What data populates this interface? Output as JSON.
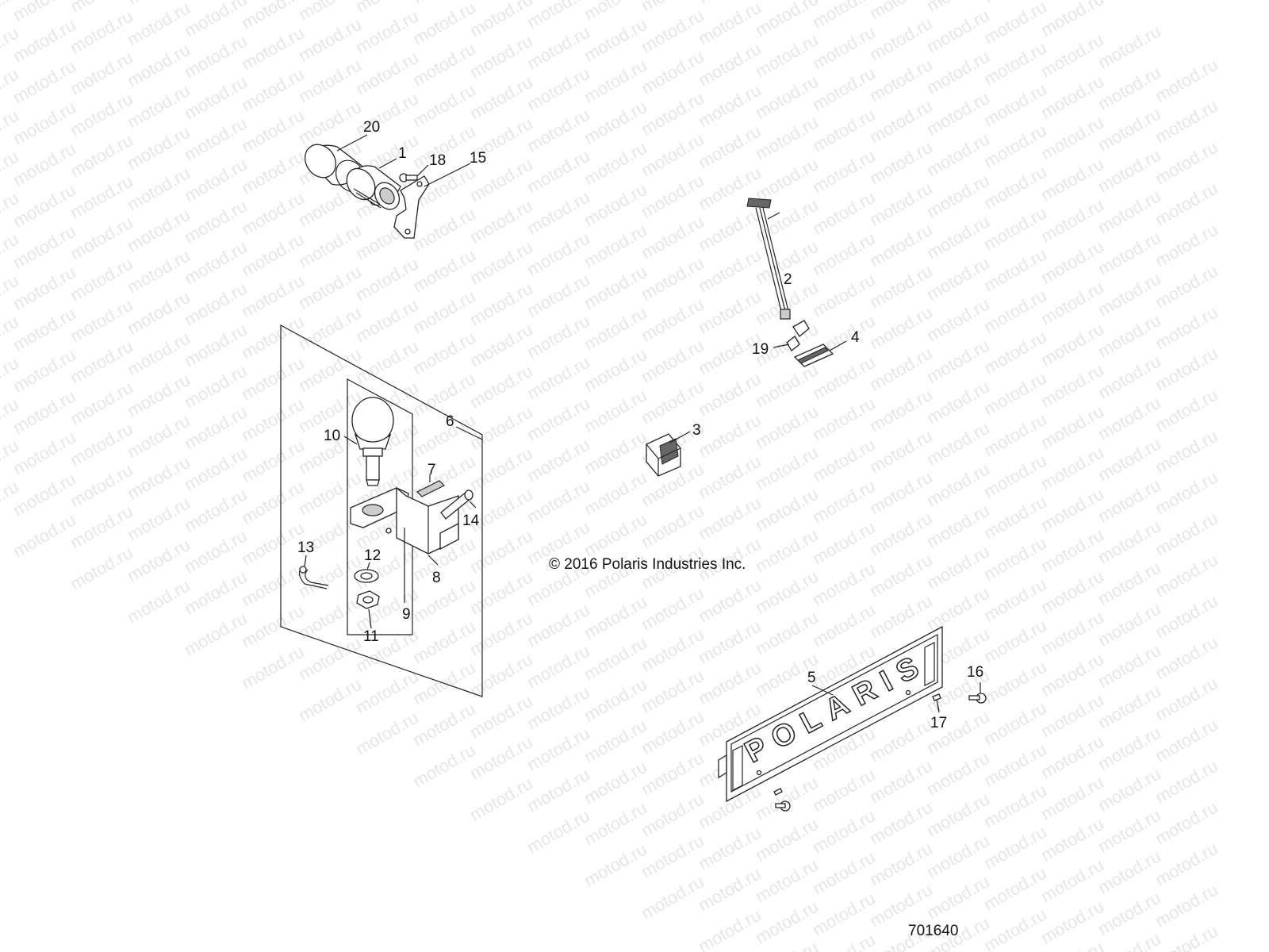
{
  "watermark": {
    "text": "motod.ru"
  },
  "callouts": [
    {
      "id": "1",
      "label": "1"
    },
    {
      "id": "2",
      "label": "2"
    },
    {
      "id": "3",
      "label": "3"
    },
    {
      "id": "4",
      "label": "4"
    },
    {
      "id": "5",
      "label": "5"
    },
    {
      "id": "6",
      "label": "6"
    },
    {
      "id": "7",
      "label": "7"
    },
    {
      "id": "8",
      "label": "8"
    },
    {
      "id": "9",
      "label": "9"
    },
    {
      "id": "10",
      "label": "10"
    },
    {
      "id": "11",
      "label": "11"
    },
    {
      "id": "12",
      "label": "12"
    },
    {
      "id": "13",
      "label": "13"
    },
    {
      "id": "14",
      "label": "14"
    },
    {
      "id": "15",
      "label": "15"
    },
    {
      "id": "16",
      "label": "16"
    },
    {
      "id": "17",
      "label": "17"
    },
    {
      "id": "18",
      "label": "18"
    },
    {
      "id": "19",
      "label": "19"
    },
    {
      "id": "20",
      "label": "20"
    }
  ],
  "copyright": "© 2016 Polaris Industries Inc.",
  "diagram_id": "701640",
  "plate_logo": "POLARIS"
}
